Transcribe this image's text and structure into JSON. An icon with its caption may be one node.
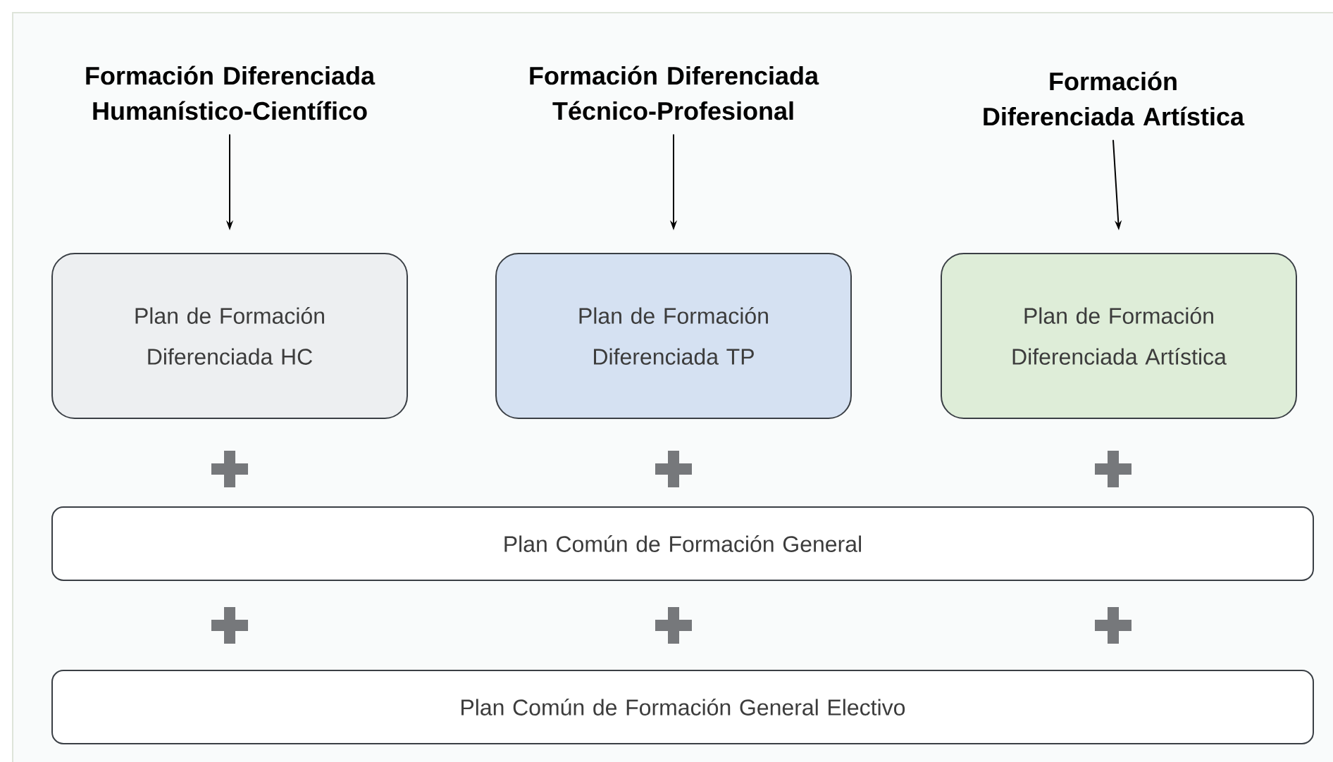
{
  "diagram": {
    "nodes": [
      {
        "text": [
          "Formación Diferenciada Humanístico-Científico"
        ]
      },
      {
        "text": [
          "Formación Diferenciada Técnico-Profesional"
        ]
      },
      {
        "text": [
          "Formación Diferenciada Artística"
        ]
      },
      {
        "text": [
          "Plan de Formación Diferenciada HC"
        ]
      },
      {
        "text": [
          "Plan de Formación Diferenciada TP"
        ]
      },
      {
        "text": [
          "Plan de Formación Diferenciada Artística"
        ]
      },
      {
        "text": [
          "Plan Común de Formación General"
        ]
      },
      {
        "text": [
          "Plan Común de Formación General Electivo"
        ]
      }
    ],
    "edges": [
      {
        "from": 0,
        "to": 3,
        "arrow": "to"
      },
      {
        "from": 1,
        "to": 4,
        "arrow": "to"
      },
      {
        "from": 2,
        "to": 5,
        "arrow": "to"
      }
    ]
  }
}
